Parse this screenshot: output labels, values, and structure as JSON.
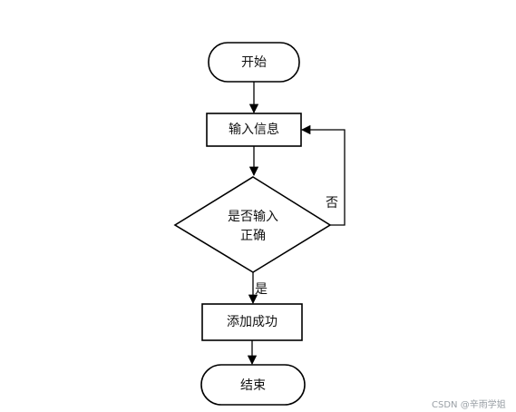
{
  "diagram": {
    "nodes": {
      "start": {
        "label": "开始",
        "shape": "terminator"
      },
      "input": {
        "label": "输入信息",
        "shape": "process"
      },
      "check": {
        "label_lines": [
          "是否输入",
          "正确"
        ],
        "shape": "decision"
      },
      "success": {
        "label": "添加成功",
        "shape": "process"
      },
      "end": {
        "label": "结束",
        "shape": "terminator"
      }
    },
    "edges": {
      "yes_label": "是",
      "no_label": "否"
    },
    "colors": {
      "stroke": "#000000",
      "text": "#111111",
      "fill": "#ffffff"
    }
  },
  "watermark": {
    "text": "CSDN @辛雨学姐"
  }
}
